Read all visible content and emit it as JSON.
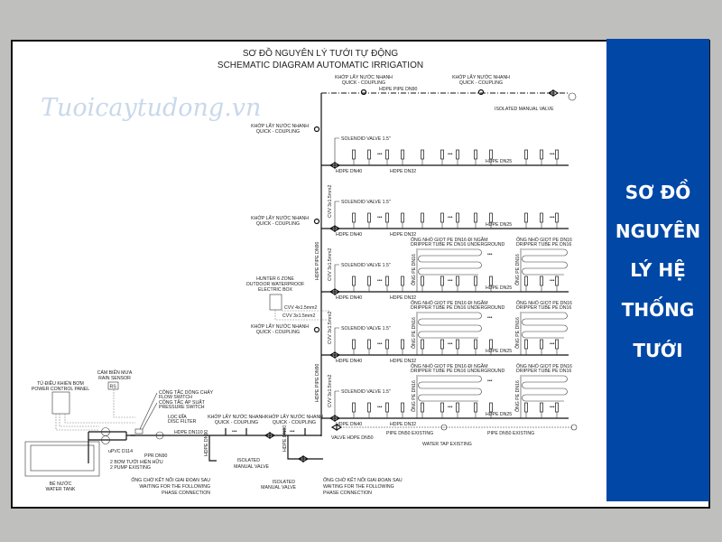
{
  "watermark": "Tuoicaytudong.vn",
  "title": {
    "vi": "SƠ ĐỒ NGUYÊN LÝ TƯỚI TỰ ĐỘNG",
    "en": "SCHEMATIC DIAGRAM AUTOMATIC IRRIGATION"
  },
  "side_panel": {
    "lines": [
      "SƠ ĐỒ",
      "NGUYÊN",
      "LÝ HỆ",
      "THỐNG",
      "TƯỚI"
    ],
    "color": "#0047a6"
  },
  "labels": {
    "quick_coupling_vi": "KHỚP LẤY NƯỚC NHANH",
    "quick_coupling_en": "QUICK - COUPLING",
    "hdpe_dn90_top": "HDPE PIPE DN90",
    "hdpe_dn90_riser": "HDPE PIPE DN90",
    "isolated_manual_valve": "ISOLATED MANUAL VALVE",
    "isolated": "ISOLATED",
    "manual_valve": "MANUAL VALVE",
    "solenoid": "SOLENOID VALVE 1.5\"",
    "hdpe_dn40": "HDPE DN40",
    "hdpe_dn32": "HDPE DN32",
    "hdpe_dn25": "HDPE DN25",
    "dripper_vi_a": "ỐNG NHỎ GIỌT PE DN16 ĐI NGẦM",
    "dripper_en_a": "DRIPPER TUBE PE DN16 UNDERGROUND",
    "dripper_vi_b": "ỐNG NHỎ GIỌT PE DN16",
    "dripper_en_b": "DRIPPER TUBE PE DN16",
    "pe_dn16": "ỐNG PE DN16",
    "cvv_3": "CVV 3x1.5mm2",
    "cvv_4": "CVV 4x1.5mm2",
    "hunter": [
      "HUNTER 6 ZONE",
      "OUTDOOR WATERPROOF",
      "ELECTRIC BOX"
    ],
    "valve_dn50": "VALVE HDPE DN50",
    "pipe_dn50": "PIPE DN50 EXISTING",
    "water_tap": "WATER TAP EXISTING",
    "hdpe_dn110": "HDPE DN110",
    "control_panel_vi": "TỦ ĐIỀU KHIỂN BƠM",
    "control_panel_en": "POWER CONTROL PANEL",
    "rain_sensor_vi": "CẢM BIẾN MƯA",
    "rain_sensor_en": "RAIN SENSOR",
    "rs": "RS",
    "flow_switch_vi": "CÔNG TẮC DÒNG CHẢY",
    "flow_switch_en": "FLOW SWITCH",
    "pressure_switch_vi": "CÔNG TẮC ÁP SUẤT",
    "pressure_switch_en": "PRESSURE SWITCH",
    "disc_filter_vi": "LỌC ĐĨA",
    "disc_filter_en": "DISC FILTER",
    "upvc": "uPVC D114",
    "ppr": "PPR DN90",
    "pumps_vi": "2 BƠM TƯỚI HIỆN HỮU",
    "pumps_en": "2 PUMP EXISTING",
    "tank_vi": "BỂ NƯỚC",
    "tank_en": "WATER TANK",
    "waiting_vi": "ỐNG CHỜ KẾT NỐI GIAI ĐOẠN SAU",
    "waiting_en1": "WAITING FOR THE FOLLOWING",
    "waiting_en2": "PHASE CONNECTION",
    "hdpe_dn90_branch": "HDPE DN90"
  }
}
